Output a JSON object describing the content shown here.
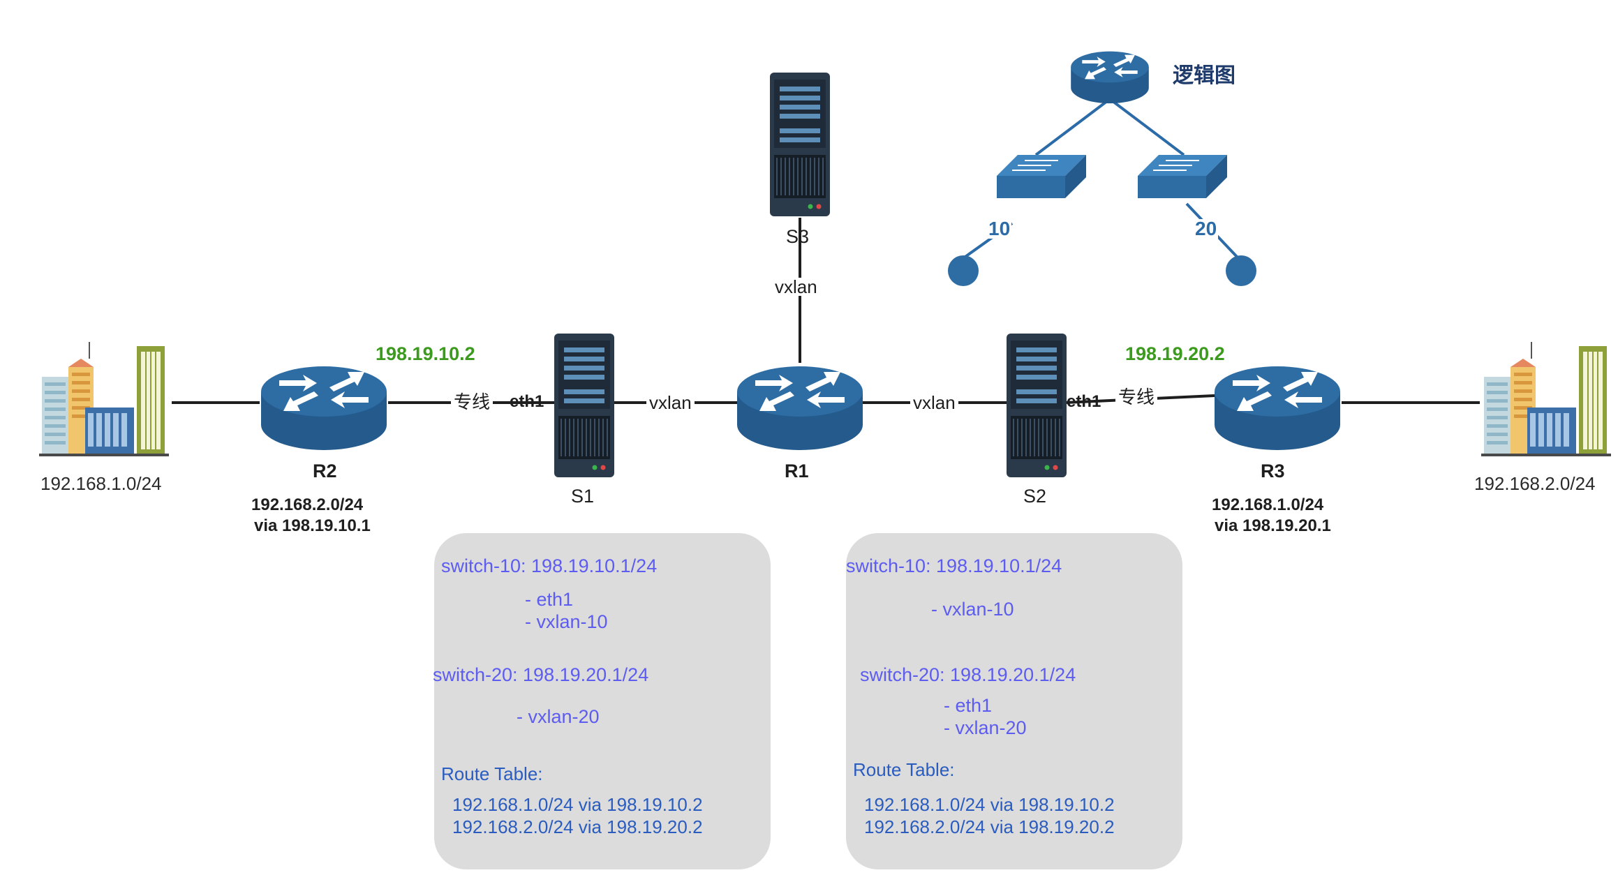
{
  "labels": {
    "left_site_cidr": "192.168.1.0/24",
    "right_site_cidr": "192.168.2.0/24",
    "r2_name": "R2",
    "r2_route_line1": "192.168.2.0/24",
    "r2_route_line2": "via 198.19.10.1",
    "r2_ip": "198.19.10.2",
    "r1_name": "R1",
    "r3_name": "R3",
    "r3_route_line1": "192.168.1.0/24",
    "r3_route_line2": "via 198.19.20.1",
    "r3_ip": "198.19.20.2",
    "s1_name": "S1",
    "s2_name": "S2",
    "s3_name": "S3",
    "link_leased_left": "专线",
    "link_leased_right": "专线",
    "eth1_left": "eth1",
    "eth1_right": "eth1",
    "vxlan_s1_r1": "vxlan",
    "vxlan_r1_s2": "vxlan",
    "vxlan_r1_s3": "vxlan"
  },
  "logical_diagram": {
    "title": "逻辑图",
    "vlan_left": "10",
    "vlan_right": "20"
  },
  "panel_s1": {
    "switch10": "switch-10: 198.19.10.1/24",
    "switch10_ports": [
      "- eth1",
      "- vxlan-10"
    ],
    "switch20": "switch-20: 198.19.20.1/24",
    "switch20_ports": [
      "- vxlan-20"
    ],
    "route_title": "Route Table:",
    "routes": [
      "192.168.1.0/24 via 198.19.10.2",
      "192.168.2.0/24 via 198.19.20.2"
    ]
  },
  "panel_s2": {
    "switch10": "switch-10: 198.19.10.1/24",
    "switch10_ports": [
      "- vxlan-10"
    ],
    "switch20": "switch-20: 198.19.20.1/24",
    "switch20_ports": [
      "- eth1",
      "- vxlan-20"
    ],
    "route_title": "Route Table:",
    "routes": [
      "192.168.1.0/24 via 198.19.10.2",
      "192.168.2.0/24 via 198.19.20.2"
    ]
  },
  "colors": {
    "router_blue": "#2e6da4",
    "server_dark": "#2b3a4a",
    "panel_gray": "#dcdcdc",
    "ip_green": "#3c9a1e",
    "panel_text_purple": "#5d5cf0",
    "route_text_blue": "#2a5cc0"
  },
  "icons": [
    "building-icon",
    "router-icon",
    "server-icon",
    "switch-icon",
    "host-icon"
  ]
}
